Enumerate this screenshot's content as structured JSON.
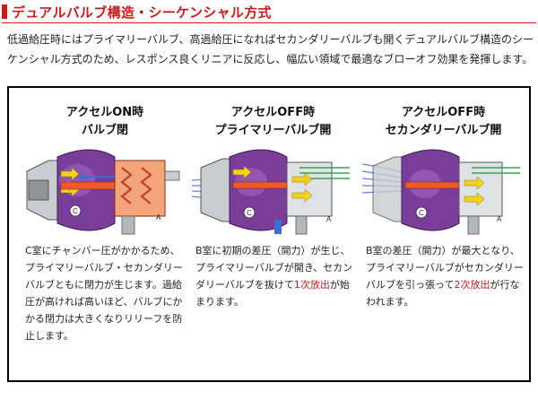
{
  "header": {
    "title": "デュアルバルブ構造・シーケンシャル方式"
  },
  "intro": {
    "text": "低過給圧時にはプライマリーバルブ、高過給圧になればセカンダリーバルブも開くデュアルバルブ構造のシーケンシャル方式のため、レスポンス良くリニアに反応し、幅広い領域で最適なブローオフ効果を発揮します。"
  },
  "columns": [
    {
      "title_line1": "アクセルON時",
      "title_line2": "バルブ閉",
      "desc_pre": "C室にチャンバー圧がかかるため、プライマリーバルブ・セカンダリーバルブともに閉力が生じます。過給圧が高ければ高いほど、バルブにかかる閉力は大きくなりリリーフを防止します。",
      "desc_red": "",
      "desc_post": "",
      "label_a": "A",
      "label_c": "C"
    },
    {
      "title_line1": "アクセルOFF時",
      "title_line2": "プライマリーバルブ開",
      "desc_pre": "B室に初期の差圧（開力）が生じ、プライマリーバルブが開き、セカンダリーバルブを抜けて",
      "desc_red": "1次放出",
      "desc_post": "が始まります。",
      "label_a": "A",
      "label_c": "C"
    },
    {
      "title_line1": "アクセルOFF時",
      "title_line2": "セカンダリーバルブ開",
      "desc_pre": "B室の差圧（開力）が最大となり、プライマリーバルブがセカンダリーバルブを引っ張って",
      "desc_red": "2次放出",
      "desc_post": "が行なわれます。",
      "label_a": "A",
      "label_c": "C"
    }
  ],
  "colors": {
    "accent": "#cc1b1b",
    "purple": "#7a3d9a",
    "orange": "#ee5a2a",
    "blue": "#3b6fd6",
    "green": "#3fa055",
    "yellow": "#f2d21c",
    "metal": "#9aa0a6"
  }
}
